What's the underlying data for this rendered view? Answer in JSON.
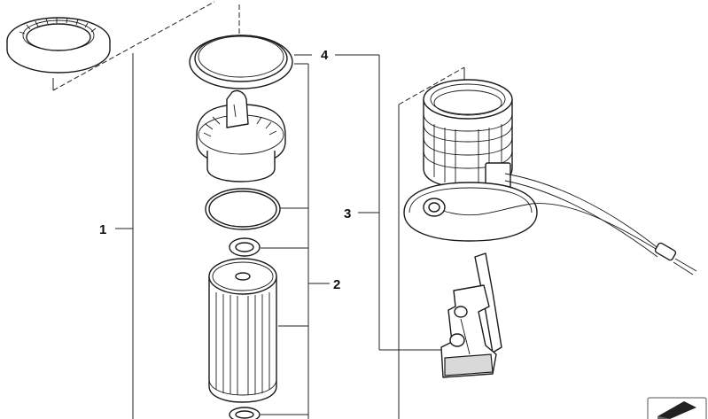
{
  "diagram": {
    "callouts": {
      "c1": "1",
      "c2": "2",
      "c3": "3",
      "c4": "4"
    },
    "parts": [
      "seal-ring-icon",
      "o-ring-icon",
      "filter-cap-icon",
      "gasket-icon",
      "small-seal-icon",
      "filter-cartridge-icon",
      "fuel-pump-housing-icon",
      "wiring-harness-icon",
      "bracket-icon",
      "bottom-seal-icon",
      "navigation-arrow-icon"
    ]
  }
}
